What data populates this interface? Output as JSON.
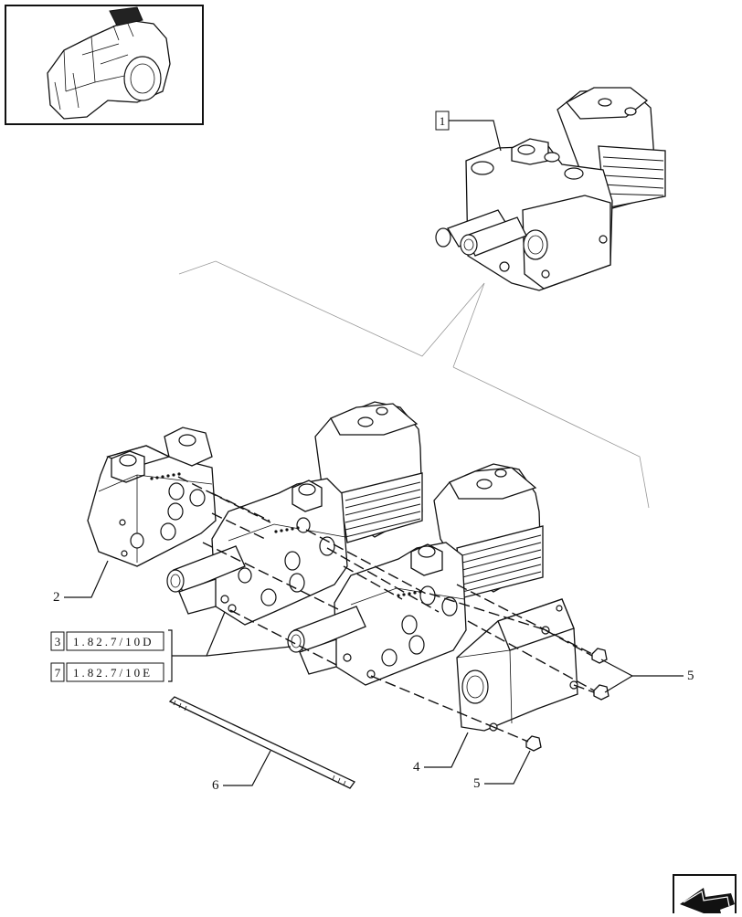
{
  "diagram": {
    "callouts": {
      "item_1": "1",
      "item_2": "2",
      "item_4": "4",
      "item_5a": "5",
      "item_5b": "5",
      "item_6": "6"
    },
    "references": [
      {
        "index": "3",
        "code": "1.82.7/10D"
      },
      {
        "index": "7",
        "code": "1.82.7/10E"
      }
    ]
  },
  "icons": {
    "thumbnail": "tractor-housing-thumbnail-icon",
    "nav": "previous-page-arrow-icon"
  },
  "colors": {
    "line": "#111111",
    "leader_gray": "#999999",
    "background": "#ffffff"
  }
}
